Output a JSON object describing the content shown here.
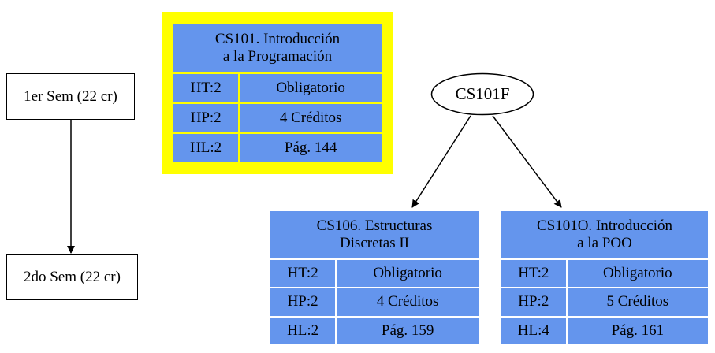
{
  "semesters": [
    {
      "label": "1er Sem (22 cr)"
    },
    {
      "label": "2do Sem (22 cr)"
    }
  ],
  "prerequisite_node": {
    "label": "CS101F"
  },
  "courses": [
    {
      "title_line1": "CS101. Introducción",
      "title_line2": "a la Programación",
      "ht": "HT:2",
      "type": "Obligatorio",
      "hp": "HP:2",
      "credits": "4 Créditos",
      "hl": "HL:2",
      "page": "Pág. 144",
      "highlighted": true
    },
    {
      "title_line1": "CS106. Estructuras",
      "title_line2": "Discretas II",
      "ht": "HT:2",
      "type": "Obligatorio",
      "hp": "HP:2",
      "credits": "4 Créditos",
      "hl": "HL:2",
      "page": "Pág. 159"
    },
    {
      "title_line1": "CS101O. Introducción",
      "title_line2": "a la POO",
      "ht": "HT:2",
      "type": "Obligatorio",
      "hp": "HP:2",
      "credits": "5 Créditos",
      "hl": "HL:4",
      "page": "Pág. 161"
    }
  ],
  "colors": {
    "cell": "#6495ed",
    "highlight": "#ffff00",
    "line": "#000000"
  }
}
